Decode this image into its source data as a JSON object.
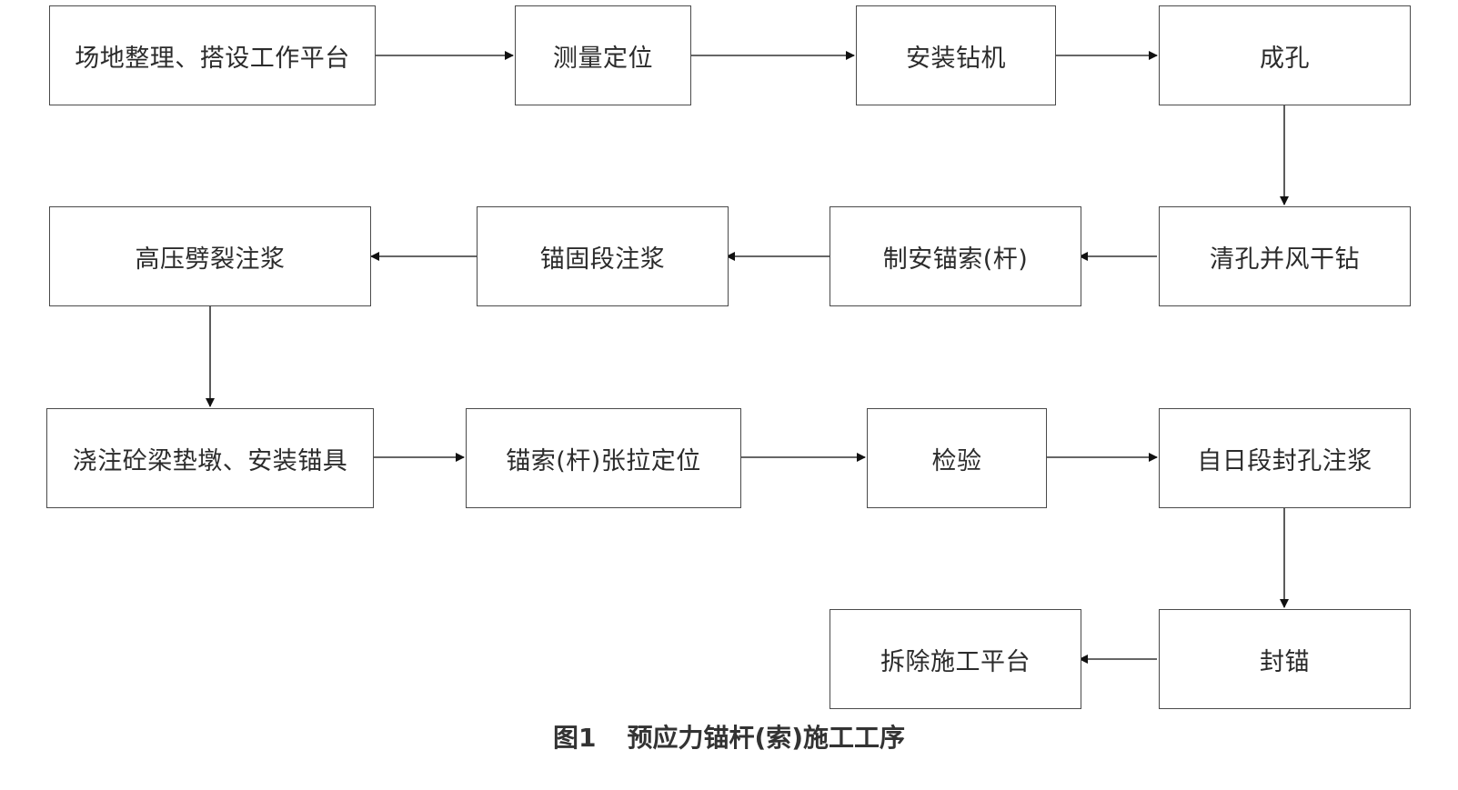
{
  "diagram": {
    "steps": [
      "场地整理、搭设工作平台",
      "测量定位",
      "安装钻机",
      "成孔",
      "清孔并风干钻",
      "制安锚索(杆)",
      "锚固段注浆",
      "高压劈裂注浆",
      "浇注砼梁垫墩、安装锚具",
      "锚索(杆)张拉定位",
      "检验",
      "自日段封孔注浆",
      "封锚",
      "拆除施工平台"
    ]
  },
  "caption": {
    "number": "图1",
    "title": "预应力锚杆(索)施工工序"
  }
}
